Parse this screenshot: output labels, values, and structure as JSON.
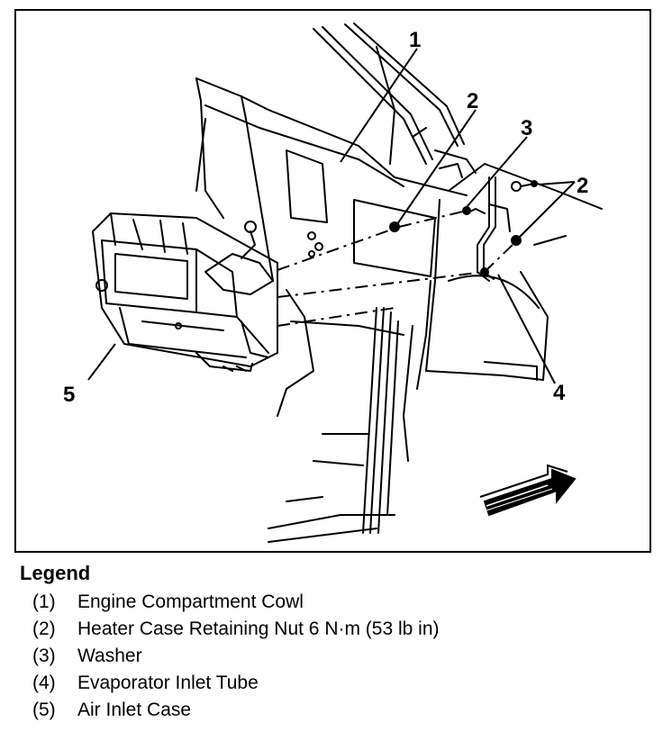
{
  "figure": {
    "callouts": {
      "c1": "1",
      "c2a": "2",
      "c2b": "2",
      "c3": "3",
      "c4": "4",
      "c5": "5"
    }
  },
  "legend": {
    "title": "Legend",
    "items": [
      {
        "num": "(1)",
        "text": "Engine Compartment Cowl"
      },
      {
        "num": "(2)",
        "text": "Heater Case Retaining Nut 6 N·m (53 lb in)"
      },
      {
        "num": "(3)",
        "text": "Washer"
      },
      {
        "num": "(4)",
        "text": "Evaporator Inlet Tube"
      },
      {
        "num": "(5)",
        "text": "Air Inlet Case"
      }
    ]
  }
}
